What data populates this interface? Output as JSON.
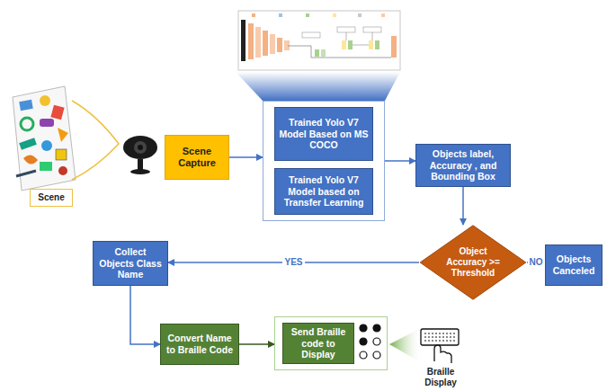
{
  "diagram": {
    "nodes": [
      {
        "text": [
          "Scene"
        ]
      },
      {
        "text": [
          "Scene Capture"
        ]
      },
      {
        "text": []
      },
      {
        "text": [
          "Trained Yolo V7 Model Based on MS COCO"
        ],
        "in": 2
      },
      {
        "text": [
          "Trained Yolo V7 Model based on Transfer Learning"
        ],
        "in": 2
      },
      {
        "text": [
          "Objects label, Accuracy , and Bounding Box"
        ]
      },
      {
        "text": [
          "Object Accuracy >= Threshold"
        ]
      },
      {
        "text": [
          "Objects Canceled"
        ]
      },
      {
        "text": [
          "Collect Objects Class Name"
        ]
      },
      {
        "text": [
          "Convert Name to Braille Code"
        ]
      },
      {
        "text": []
      },
      {
        "text": [
          "Send Braille code to Display"
        ],
        "in": 10
      }
    ],
    "edges": [
      {
        "from": 1,
        "to": 2,
        "arrow": "to"
      },
      {
        "from": 2,
        "to": 5,
        "arrow": "to"
      },
      {
        "from": 5,
        "to": 6,
        "arrow": "to"
      },
      {
        "from": 6,
        "to": 8,
        "label": "YES",
        "arrow": "to"
      },
      {
        "from": 6,
        "to": 7,
        "label": "NO",
        "arrow": "to"
      },
      {
        "from": 8,
        "to": 9,
        "arrow": "to"
      },
      {
        "from": 9,
        "to": 10,
        "arrow": "to"
      }
    ],
    "labels": [
      "Braille Display"
    ]
  }
}
